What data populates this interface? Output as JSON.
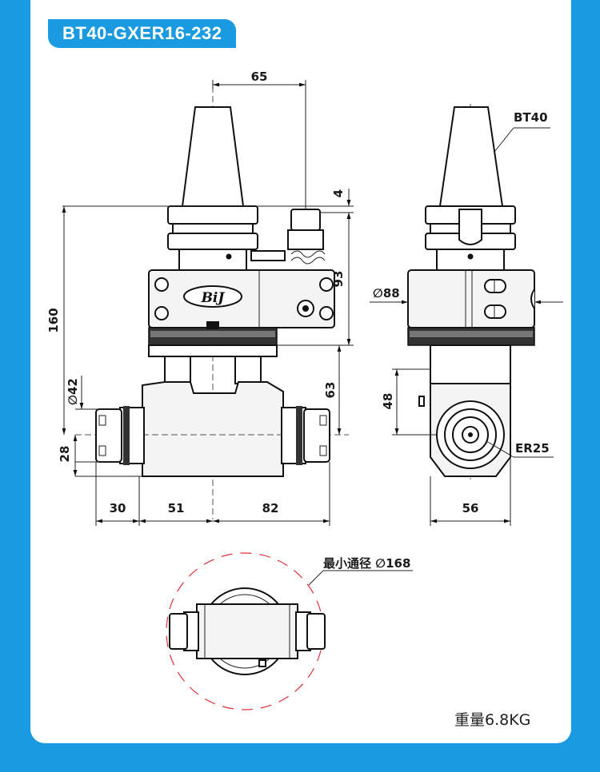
{
  "title": "BT40-GXER16-232",
  "weight_label": "重量6.8KG",
  "brand_logo": "BiJ",
  "dimensions": {
    "d65": "65",
    "d4": "4",
    "d93": "93",
    "d160": "160",
    "d42": "∅42",
    "d28": "28",
    "d63": "63",
    "d30": "30",
    "d51": "51",
    "d82": "82",
    "d88": "∅88",
    "d48": "48",
    "d56": "56"
  },
  "labels": {
    "bt40": "BT40",
    "er25": "ER25",
    "min_diameter": "最小通径 ∅168"
  },
  "colors": {
    "accent": "#1a9ae0",
    "dashed_circle": "#e0303a"
  }
}
